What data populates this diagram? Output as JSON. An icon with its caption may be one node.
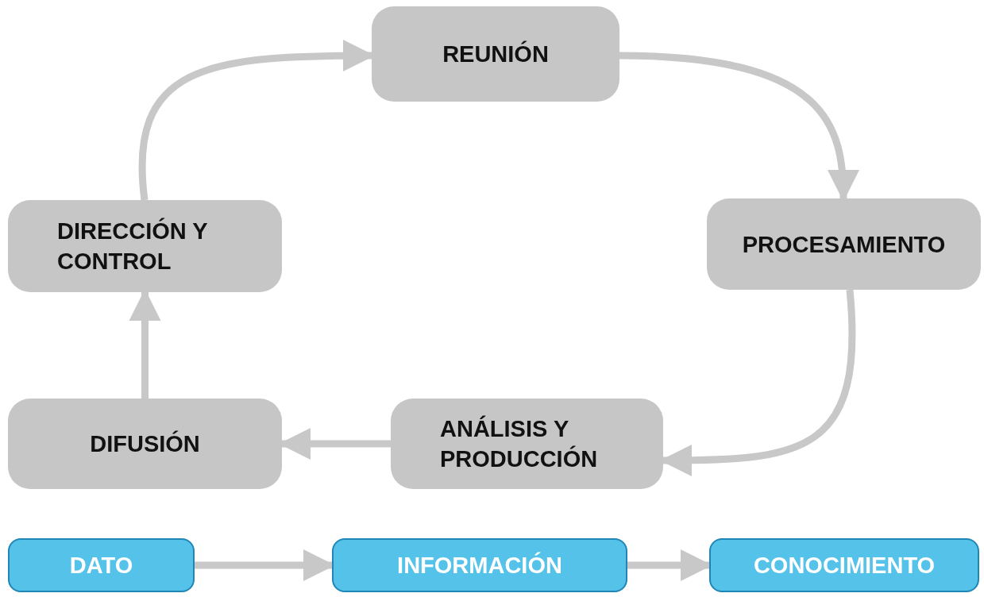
{
  "diagram": {
    "nodes": [
      {
        "text": [
          "REUNIÓN"
        ]
      },
      {
        "text": [
          "PROCESAMIENTO"
        ]
      },
      {
        "text": [
          "ANÁLISIS Y PRODUCCIÓN"
        ]
      },
      {
        "text": [
          "DIFUSIÓN"
        ]
      },
      {
        "text": [
          "DIRECCIÓN Y CONTROL"
        ]
      },
      {
        "text": [
          "DATO"
        ]
      },
      {
        "text": [
          "INFORMACIÓN"
        ]
      },
      {
        "text": [
          "CONOCIMIENTO"
        ]
      }
    ],
    "edges": [
      {
        "from": 0,
        "to": 1,
        "arrow": "to"
      },
      {
        "from": 1,
        "to": 2,
        "arrow": "to"
      },
      {
        "from": 2,
        "to": 3,
        "arrow": "to"
      },
      {
        "from": 3,
        "to": 4,
        "arrow": "to"
      },
      {
        "from": 4,
        "to": 0,
        "arrow": "to"
      },
      {
        "from": 5,
        "to": 6,
        "arrow": "to"
      },
      {
        "from": 6,
        "to": 7,
        "arrow": "to"
      }
    ]
  }
}
